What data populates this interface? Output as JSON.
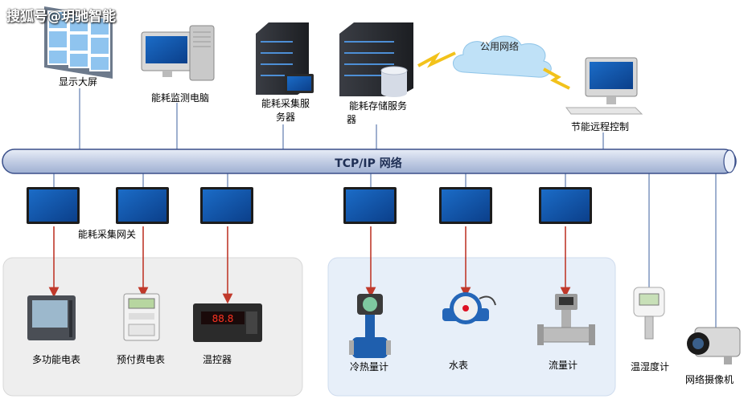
{
  "watermark": "搜狐号@玥驰智能",
  "network": {
    "bus_label": "TCP/IP 网络",
    "cloud_label": "公用网络"
  },
  "top_nodes": [
    {
      "label": "显示大屏"
    },
    {
      "label": "能耗监测电脑"
    },
    {
      "label_lines": [
        "能耗采集服",
        "务器"
      ]
    },
    {
      "label_lines": [
        "能耗存储服务",
        "器"
      ]
    },
    {
      "label": "节能远程控制"
    }
  ],
  "gateway_label": "能耗采集网关",
  "left_devices": [
    {
      "label": "多功能电表"
    },
    {
      "label": "预付费电表"
    },
    {
      "label": "温控器"
    }
  ],
  "right_devices": [
    {
      "label": "冷热量计"
    },
    {
      "label": "水表"
    },
    {
      "label": "流量计"
    }
  ],
  "side_devices": [
    {
      "label": "温湿度计"
    },
    {
      "label": "网络摄像机"
    }
  ],
  "controller_display": "88.8",
  "colors": {
    "bus": "#c7d2e7",
    "bus_border": "#3a4f8a",
    "arrow": "#c0392b",
    "panel_left": "#eeeeee",
    "panel_right": "#e7eff9"
  }
}
